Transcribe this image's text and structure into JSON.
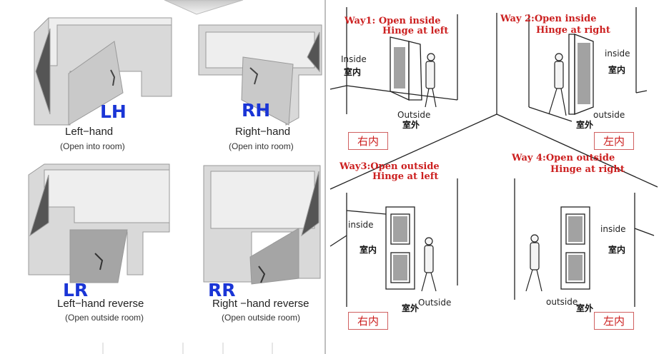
{
  "left_panel": {
    "lh": {
      "code": "LH",
      "label": "Left−hand",
      "sub": "(Open into room)"
    },
    "rh": {
      "code": "RH",
      "label": "Right−hand",
      "sub": "(Open into room)"
    },
    "lr": {
      "code": "LR",
      "label": "Left−hand reverse",
      "sub": "(Open outside room)"
    },
    "rr": {
      "code": "RR",
      "label": "Right −hand reverse",
      "sub": "(Open outside room)"
    }
  },
  "right_panel": {
    "way1": {
      "title1": "Way1:  Open inside",
      "title2": "Hinge at left",
      "inside": "Inside",
      "inside_cn": "室内",
      "outside": "Outside",
      "outside_cn": "室外",
      "stamp": "右内"
    },
    "way2": {
      "title1": "Way 2:Open inside",
      "title2": "Hinge at right",
      "inside": "inside",
      "inside_cn": "室内",
      "outside": "outside",
      "outside_cn": "室外",
      "stamp": "左内"
    },
    "way3": {
      "title1": "Way3:Open outside",
      "title2": "Hinge at left",
      "inside": "inside",
      "inside_cn": "室内",
      "outside": "Outside",
      "outside_cn": "室外",
      "stamp": "右内"
    },
    "way4": {
      "title1": "Way 4:Open outside",
      "title2": "Hinge at right",
      "inside": "inside",
      "inside_cn": "室内",
      "outside": "outside",
      "outside_cn": "室外",
      "stamp": "左内"
    }
  },
  "colors": {
    "code_blue": "#1a35d6",
    "title_red": "#cc2020",
    "wall_grey": "#d9d9d9"
  }
}
